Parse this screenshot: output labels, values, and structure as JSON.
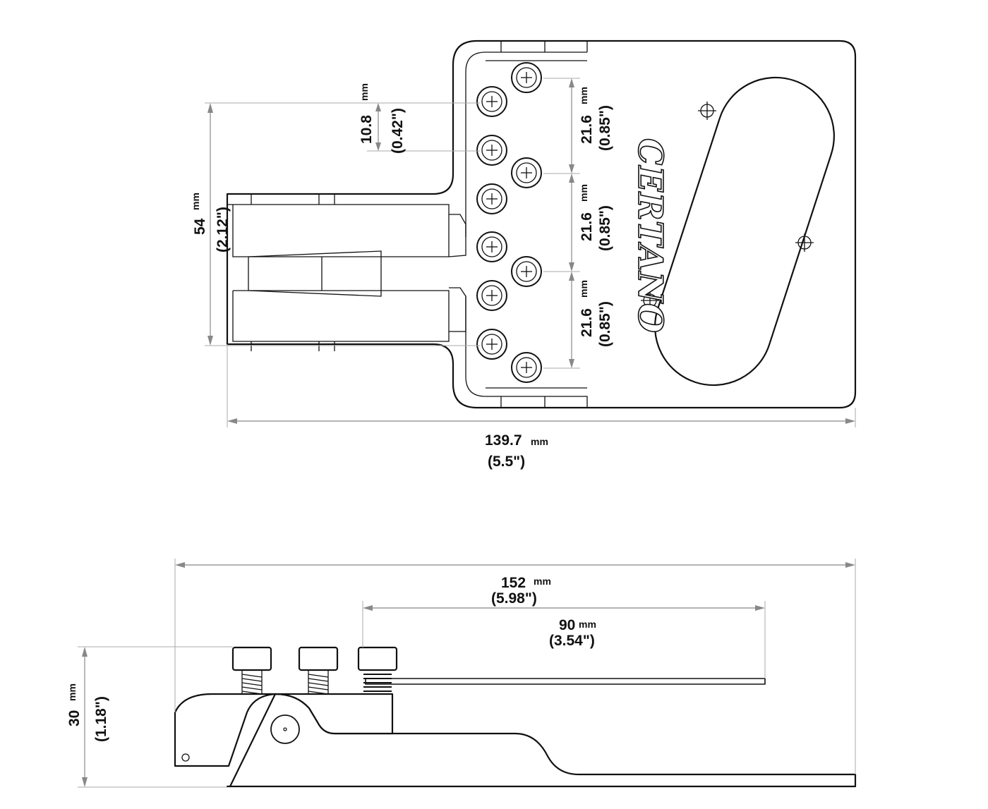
{
  "brand": {
    "logo_text": "CERTANO"
  },
  "top_view": {
    "dim_width": {
      "value": "139.7",
      "unit": "mm",
      "inch": "(5.5\")"
    },
    "dim_height": {
      "value": "54",
      "unit": "mm",
      "inch": "(2.12\")"
    },
    "dim_string_spacing": {
      "value": "10.8",
      "unit": "mm",
      "inch": "(0.42\")"
    },
    "dim_screw_pitch": [
      {
        "value": "21.6",
        "unit": "mm",
        "inch": "(0.85\")"
      },
      {
        "value": "21.6",
        "unit": "mm",
        "inch": "(0.85\")"
      },
      {
        "value": "21.6",
        "unit": "mm",
        "inch": "(0.85\")"
      }
    ]
  },
  "side_view": {
    "dim_length": {
      "value": "152",
      "unit": "mm",
      "inch": "(5.98\")"
    },
    "dim_plate": {
      "value": "90",
      "unit": "mm",
      "inch": "(3.54\")"
    },
    "dim_height": {
      "value": "30",
      "unit": "mm",
      "inch": "(1.18\")"
    }
  },
  "colors": {
    "line": "#111111",
    "dimension": "#888888"
  }
}
